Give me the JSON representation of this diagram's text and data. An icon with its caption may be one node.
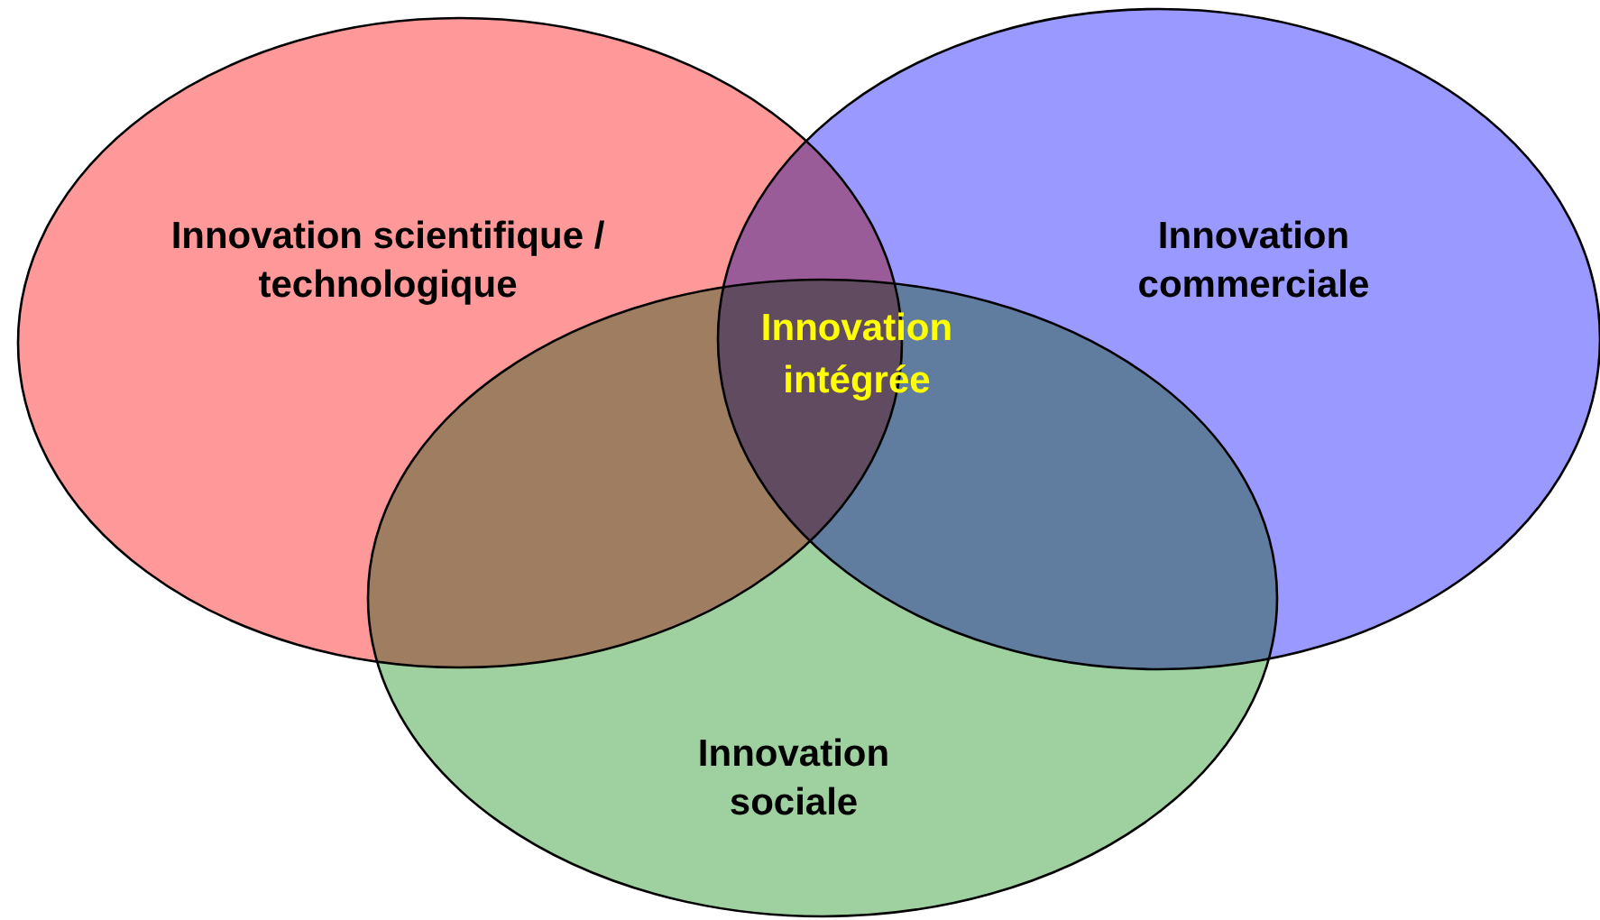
{
  "diagram": {
    "nodes": [
      {
        "text": [
          "Innovation scientifique / technologique"
        ]
      },
      {
        "text": [
          "Innovation commerciale"
        ]
      },
      {
        "text": [
          "Innovation sociale"
        ]
      }
    ],
    "labels": [
      "Innovation intégrée"
    ]
  }
}
